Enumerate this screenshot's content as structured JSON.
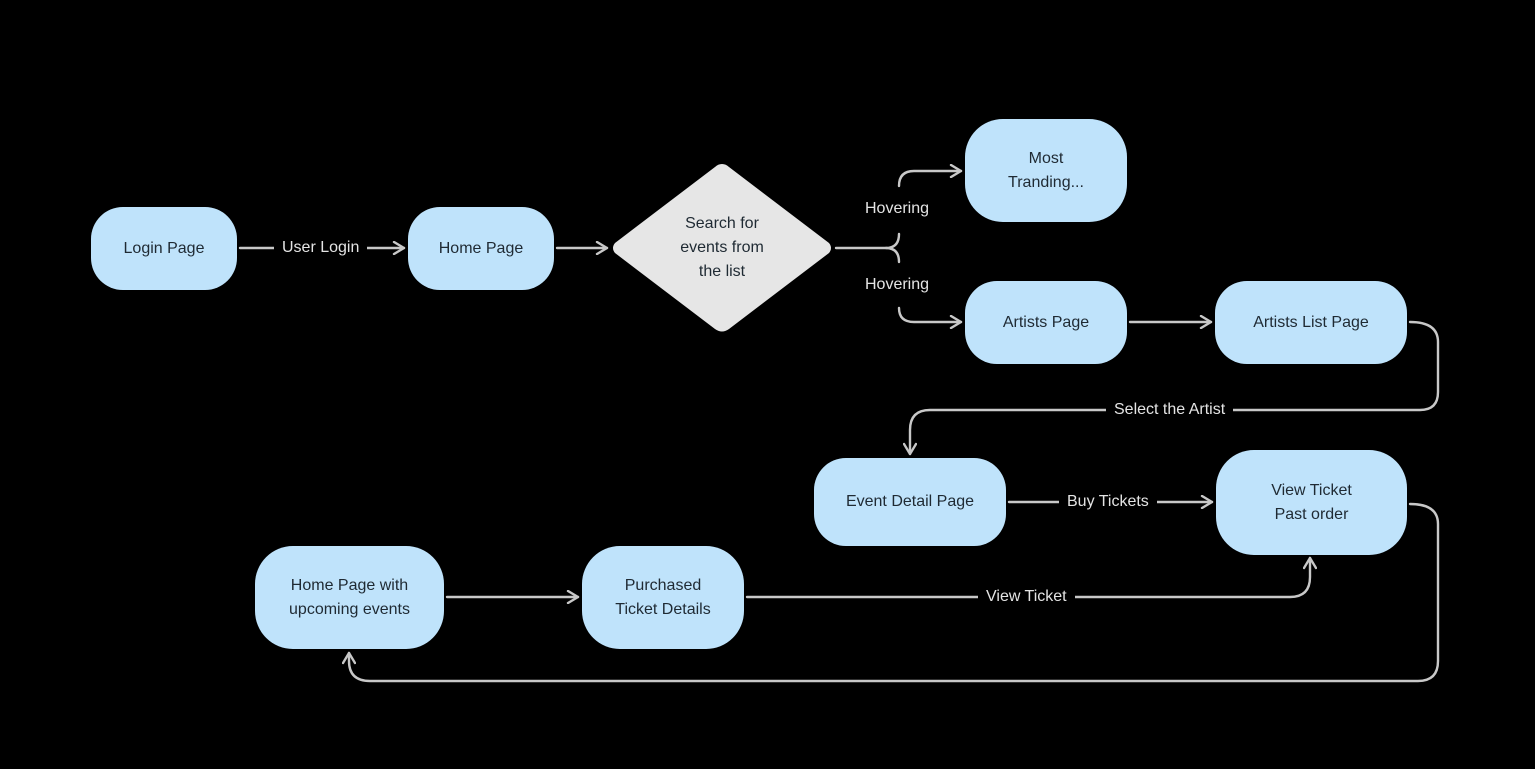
{
  "nodes": {
    "login": "Login Page",
    "home": "Home Page",
    "decision": "Search for\nevents from\nthe list",
    "most_trending": "Most\nTranding...",
    "artists": "Artists Page",
    "artists_list": "Artists List Page",
    "event_detail": "Event Detail Page",
    "view_ticket_past": "View Ticket\nPast order",
    "home_upcoming": "Home Page with\nupcoming events",
    "purchased": "Purchased\nTicket Details"
  },
  "edges": {
    "user_login": "User Login",
    "hovering_top": "Hovering",
    "hovering_bottom": "Hovering",
    "select_artist": "Select the Artist",
    "buy_tickets": "Buy Tickets",
    "view_ticket": "View Ticket"
  },
  "colors": {
    "background": "#000000",
    "node_fill": "#bfe3fb",
    "decision_fill": "#e6e6e6",
    "connector": "#c8c8c8",
    "label_text": "#e4e4e4"
  }
}
